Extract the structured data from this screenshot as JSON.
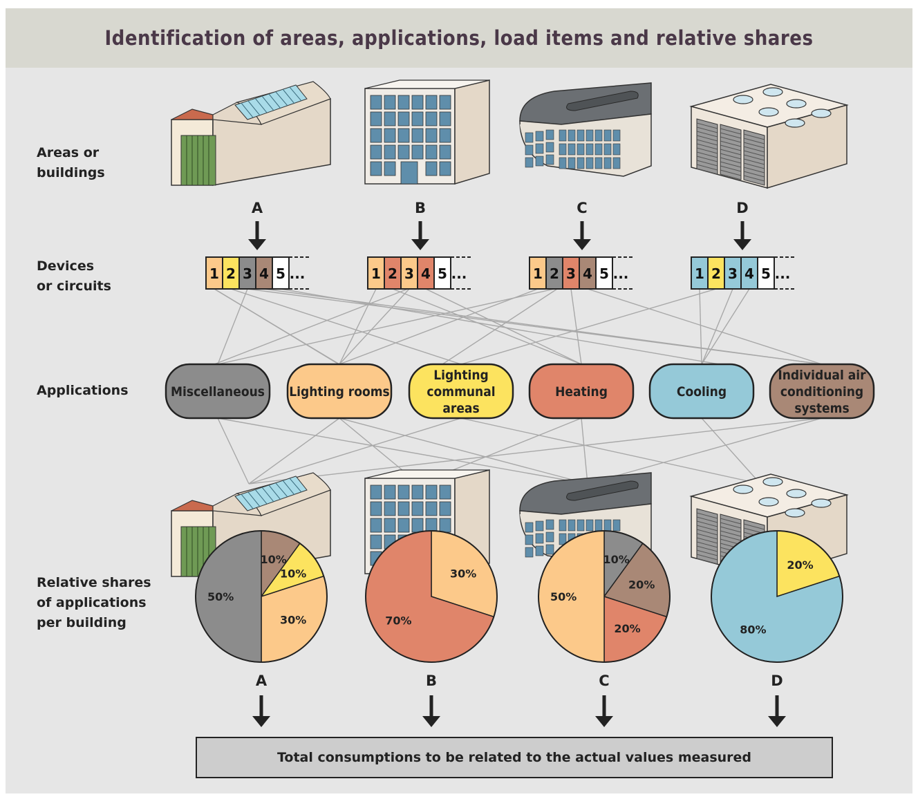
{
  "title": "Identification of areas, applications, load items and relative shares",
  "row_labels": {
    "areas": "Areas or\nbuildings",
    "devices": "Devices\nor circuits",
    "applications": "Applications",
    "shares": "Relative shares\nof applications\nper building"
  },
  "buildings": [
    {
      "letter": "A",
      "type": "factory-sawtooth-roof"
    },
    {
      "letter": "B",
      "type": "office-block"
    },
    {
      "letter": "C",
      "type": "rounded-building"
    },
    {
      "letter": "D",
      "type": "warehouse-skylights"
    }
  ],
  "circuit_groups": [
    {
      "building": "A",
      "cells": [
        {
          "label": "1",
          "app": "lighting_rooms"
        },
        {
          "label": "2",
          "app": "lighting_communal"
        },
        {
          "label": "3",
          "app": "misc"
        },
        {
          "label": "4",
          "app": "individual_ac"
        },
        {
          "label": "5",
          "app": "none"
        },
        {
          "label": "...",
          "app": "more"
        }
      ]
    },
    {
      "building": "B",
      "cells": [
        {
          "label": "1",
          "app": "lighting_rooms"
        },
        {
          "label": "2",
          "app": "heating"
        },
        {
          "label": "3",
          "app": "lighting_rooms"
        },
        {
          "label": "4",
          "app": "heating"
        },
        {
          "label": "5",
          "app": "none"
        },
        {
          "label": "...",
          "app": "more"
        }
      ]
    },
    {
      "building": "C",
      "cells": [
        {
          "label": "1",
          "app": "lighting_rooms"
        },
        {
          "label": "2",
          "app": "misc"
        },
        {
          "label": "3",
          "app": "heating"
        },
        {
          "label": "4",
          "app": "individual_ac"
        },
        {
          "label": "5",
          "app": "none"
        },
        {
          "label": "...",
          "app": "more"
        }
      ]
    },
    {
      "building": "D",
      "cells": [
        {
          "label": "1",
          "app": "cooling"
        },
        {
          "label": "2",
          "app": "lighting_communal"
        },
        {
          "label": "3",
          "app": "cooling"
        },
        {
          "label": "4",
          "app": "cooling"
        },
        {
          "label": "5",
          "app": "none"
        },
        {
          "label": "...",
          "app": "more"
        }
      ]
    }
  ],
  "applications": [
    {
      "key": "misc",
      "label": "Miscellaneous",
      "color": "#8c8c8c"
    },
    {
      "key": "lighting_rooms",
      "label": "Lighting rooms",
      "color": "#fcc98a"
    },
    {
      "key": "lighting_communal",
      "label": "Lighting\ncommunal\nareas",
      "color": "#fce35f"
    },
    {
      "key": "heating",
      "label": "Heating",
      "color": "#e0856a"
    },
    {
      "key": "cooling",
      "label": "Cooling",
      "color": "#95c9d8"
    },
    {
      "key": "individual_ac",
      "label": "Individual air\nconditioning\nsystems",
      "color": "#a98876"
    }
  ],
  "pies": [
    {
      "building": "A",
      "slices": [
        {
          "app": "individual_ac",
          "value": 10,
          "label": "10%"
        },
        {
          "app": "lighting_communal",
          "value": 10,
          "label": "10%"
        },
        {
          "app": "lighting_rooms",
          "value": 30,
          "label": "30%"
        },
        {
          "app": "misc",
          "value": 50,
          "label": "50%"
        }
      ]
    },
    {
      "building": "B",
      "slices": [
        {
          "app": "lighting_rooms",
          "value": 30,
          "label": "30%"
        },
        {
          "app": "heating",
          "value": 70,
          "label": "70%"
        }
      ]
    },
    {
      "building": "C",
      "slices": [
        {
          "app": "misc",
          "value": 10,
          "label": "10%"
        },
        {
          "app": "individual_ac",
          "value": 20,
          "label": "20%"
        },
        {
          "app": "heating",
          "value": 20,
          "label": "20%"
        },
        {
          "app": "lighting_rooms",
          "value": 50,
          "label": "50%"
        }
      ]
    },
    {
      "building": "D",
      "slices": [
        {
          "app": "lighting_communal",
          "value": 20,
          "label": "20%"
        },
        {
          "app": "cooling",
          "value": 80,
          "label": "80%"
        }
      ]
    }
  ],
  "total_label": "Total consumptions to be related to the actual values measured"
}
